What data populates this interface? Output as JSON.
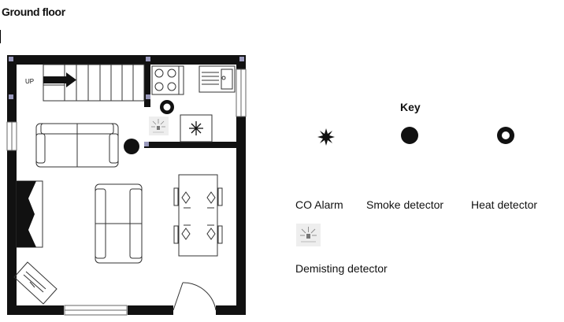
{
  "page": {
    "title": "Ground floor"
  },
  "plan": {
    "stairs_label": "UP"
  },
  "key": {
    "title": "Key",
    "items": [
      {
        "label": "CO Alarm",
        "icon": "co-alarm-icon"
      },
      {
        "label": "Smoke detector",
        "icon": "smoke-detector-icon"
      },
      {
        "label": "Heat detector",
        "icon": "heat-detector-icon"
      },
      {
        "label": "Demisting detector",
        "icon": "demisting-detector-icon"
      }
    ]
  },
  "colors": {
    "wall": "#111111",
    "window": "#dddddd",
    "fixture_stroke": "#333333",
    "marker": "#9999bb"
  }
}
